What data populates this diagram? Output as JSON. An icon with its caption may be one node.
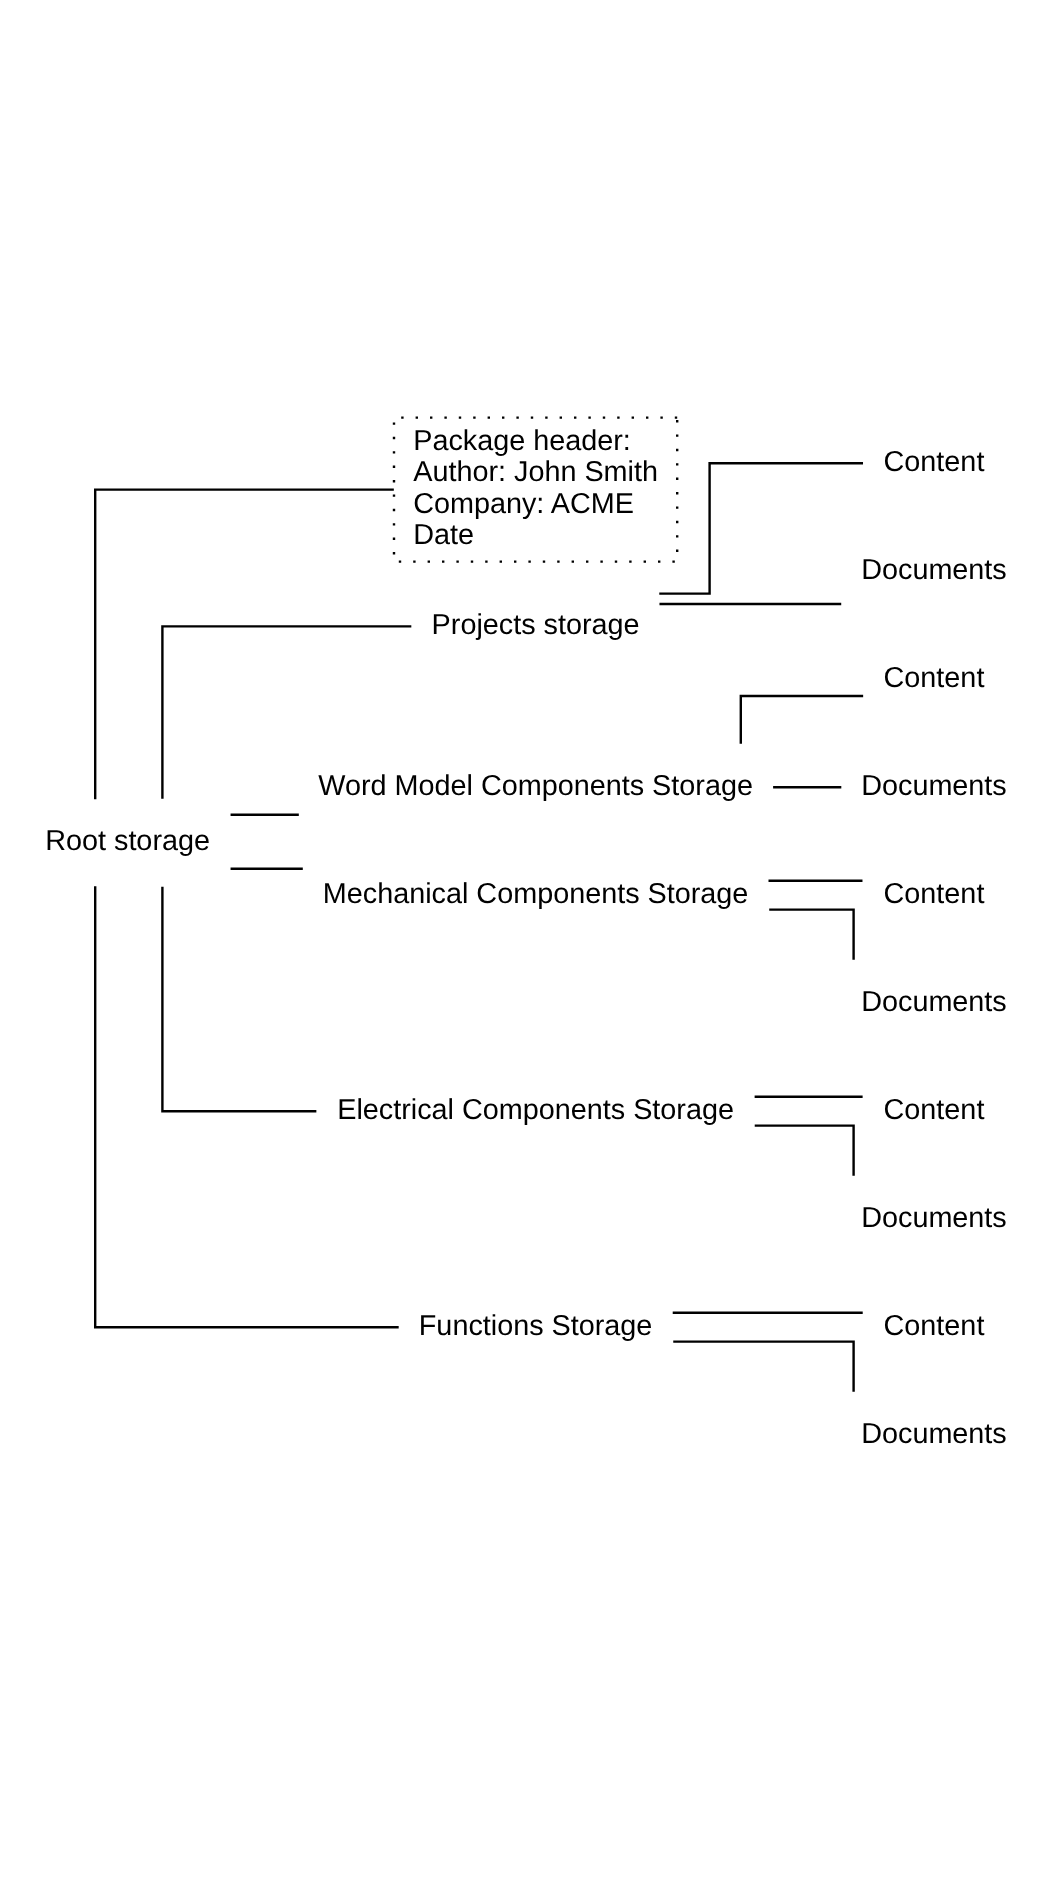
{
  "diagram": {
    "nodes": [
      {
        "text": [
          "Root storage"
        ]
      },
      {
        "text": [
          "Package header:",
          "Author: John Smith",
          "Company: ACME",
          "Date"
        ]
      },
      {
        "text": [
          "Projects storage"
        ]
      },
      {
        "text": [
          "Content"
        ]
      },
      {
        "text": [
          "Documents"
        ]
      },
      {
        "text": [
          "Word Model Components Storage"
        ]
      },
      {
        "text": [
          "Content"
        ]
      },
      {
        "text": [
          "Documents"
        ]
      },
      {
        "text": [
          "Mechanical Components Storage"
        ]
      },
      {
        "text": [
          "Content"
        ]
      },
      {
        "text": [
          "Documents"
        ]
      },
      {
        "text": [
          "Electrical Components Storage"
        ]
      },
      {
        "text": [
          "Content"
        ]
      },
      {
        "text": [
          "Documents"
        ]
      },
      {
        "text": [
          "Functions Storage"
        ]
      },
      {
        "text": [
          "Content"
        ]
      },
      {
        "text": [
          "Documents"
        ]
      }
    ],
    "edges": [
      {
        "from": 0,
        "to": 1,
        "arrow": "none"
      },
      {
        "from": 0,
        "to": 2,
        "arrow": "none"
      },
      {
        "from": 2,
        "to": 3,
        "arrow": "none"
      },
      {
        "from": 2,
        "to": 4,
        "arrow": "none"
      },
      {
        "from": 0,
        "to": 5,
        "arrow": "none"
      },
      {
        "from": 5,
        "to": 6,
        "arrow": "none"
      },
      {
        "from": 5,
        "to": 7,
        "arrow": "none"
      },
      {
        "from": 0,
        "to": 8,
        "arrow": "none"
      },
      {
        "from": 8,
        "to": 9,
        "arrow": "none"
      },
      {
        "from": 8,
        "to": 10,
        "arrow": "none"
      },
      {
        "from": 0,
        "to": 11,
        "arrow": "none"
      },
      {
        "from": 11,
        "to": 12,
        "arrow": "none"
      },
      {
        "from": 11,
        "to": 13,
        "arrow": "none"
      },
      {
        "from": 0,
        "to": 14,
        "arrow": "none"
      },
      {
        "from": 14,
        "to": 15,
        "arrow": "none"
      },
      {
        "from": 14,
        "to": 16,
        "arrow": "none"
      }
    ]
  }
}
